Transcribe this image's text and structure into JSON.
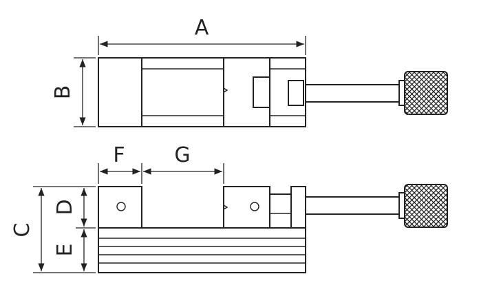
{
  "labels": {
    "a": "A",
    "b": "B",
    "c": "C",
    "d": "D",
    "e": "E",
    "f": "F",
    "g": "G"
  },
  "colors": {
    "line": "#222222",
    "background": "#ffffff"
  }
}
